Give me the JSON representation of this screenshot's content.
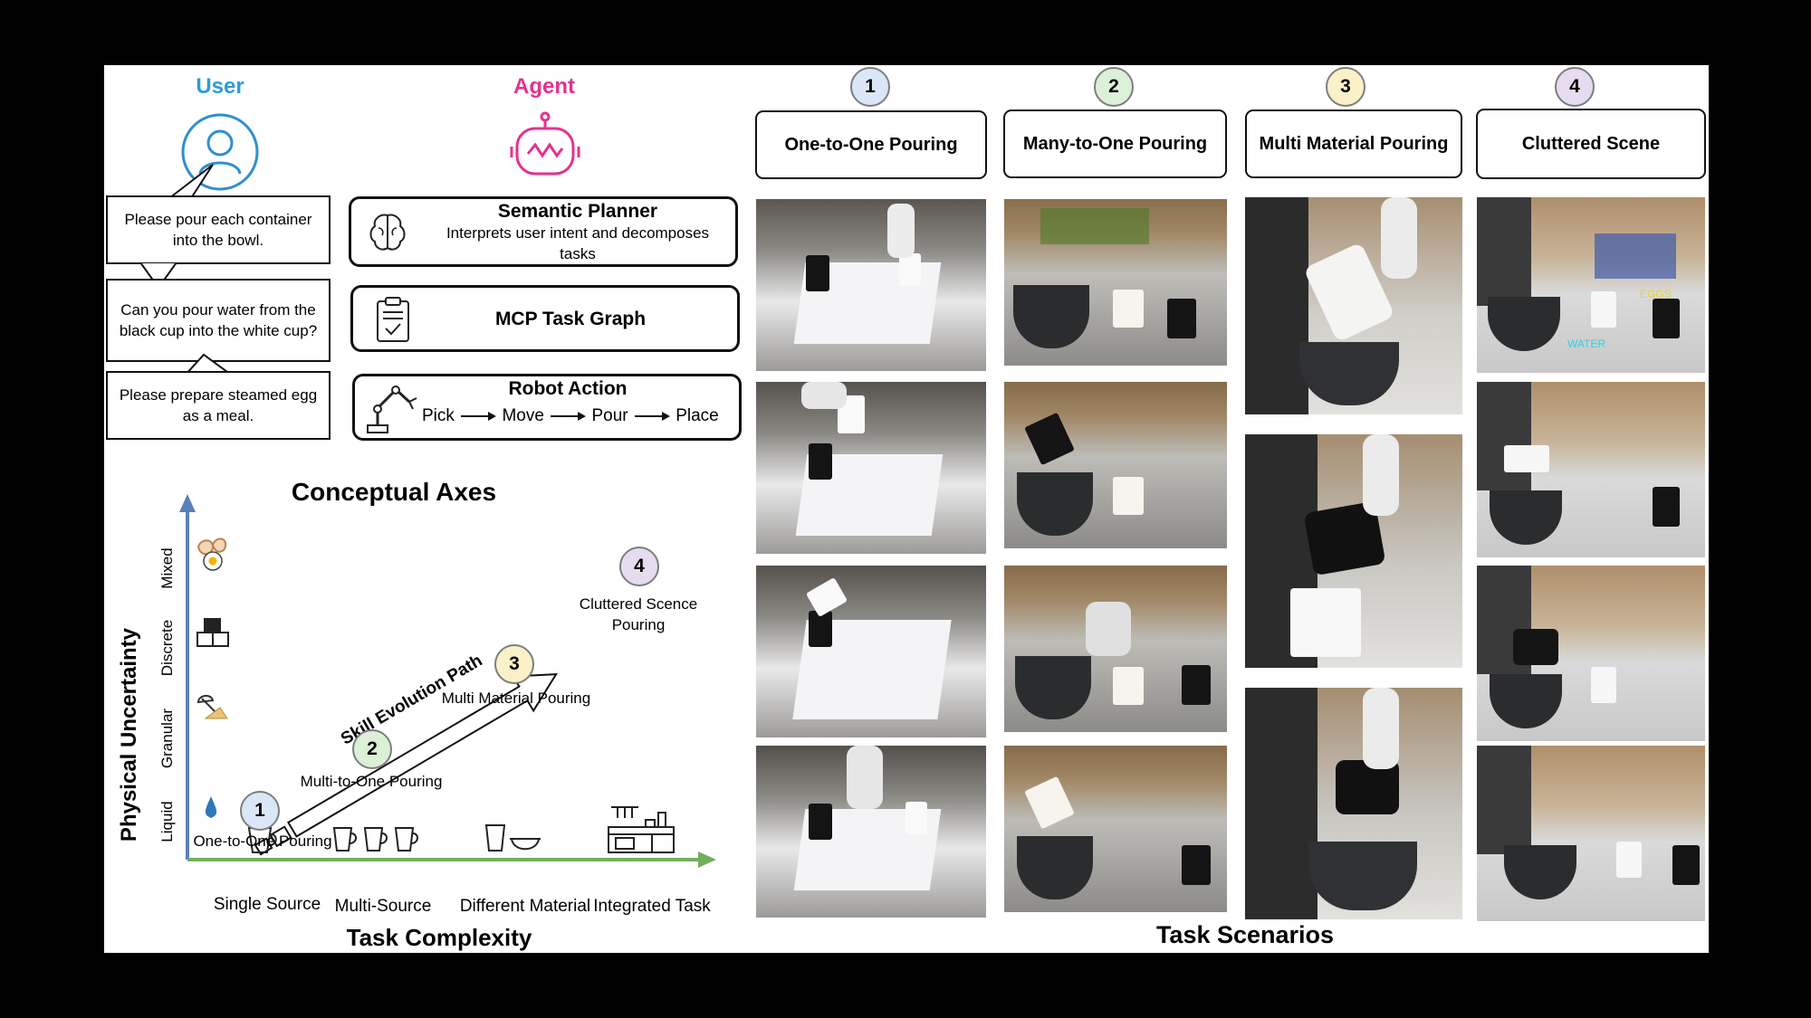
{
  "user": {
    "label": "User",
    "color": "#2e9bd6"
  },
  "agent": {
    "label": "Agent",
    "color": "#e6318e"
  },
  "bubbles": [
    "Please pour each container into the bowl.",
    "Can you pour water from the black cup into the white cup?",
    "Please prepare steamed egg as a meal."
  ],
  "planner": {
    "title": "Semantic Planner",
    "subtitle": "Interprets user intent and decomposes tasks"
  },
  "mcp": {
    "title": "MCP Task Graph"
  },
  "robot_action": {
    "title": "Robot Action",
    "steps": [
      "Pick",
      "Move",
      "Pour",
      "Place"
    ]
  },
  "conceptual": {
    "title": "Conceptual Axes",
    "y_axis": "Physical Uncertainty",
    "x_axis": "Task Complexity",
    "y_levels": [
      "Liquid",
      "Granular",
      "Discrete",
      "Mixed"
    ],
    "x_levels": [
      "Single Source",
      "Multi-Source",
      "Different Material",
      "Integrated Task"
    ],
    "path_label": "Skill Evolution Path",
    "stages": [
      {
        "num": "1",
        "label": "One-to-One Pouring",
        "color": "#dbe7f9"
      },
      {
        "num": "2",
        "label": "Multi-to-One Pouring",
        "color": "#dcefd7"
      },
      {
        "num": "3",
        "label": "Multi Material Pouring",
        "color": "#fbf1c8"
      },
      {
        "num": "4",
        "label": "Cluttered Scence Pouring",
        "color": "#e7dcef"
      }
    ]
  },
  "scenarios": {
    "title": "Task Scenarios",
    "columns": [
      {
        "num": "1",
        "label": "One-to-One Pouring",
        "color": "#dbe7f9"
      },
      {
        "num": "2",
        "label": "Many-to-One Pouring",
        "color": "#dcefd7"
      },
      {
        "num": "3",
        "label": "Multi Material Pouring",
        "color": "#fbf1c8"
      },
      {
        "num": "4",
        "label": "Cluttered Scene",
        "color": "#e7dcef"
      }
    ],
    "overlay_eggs": "EGGS",
    "overlay_water": "WATER"
  }
}
